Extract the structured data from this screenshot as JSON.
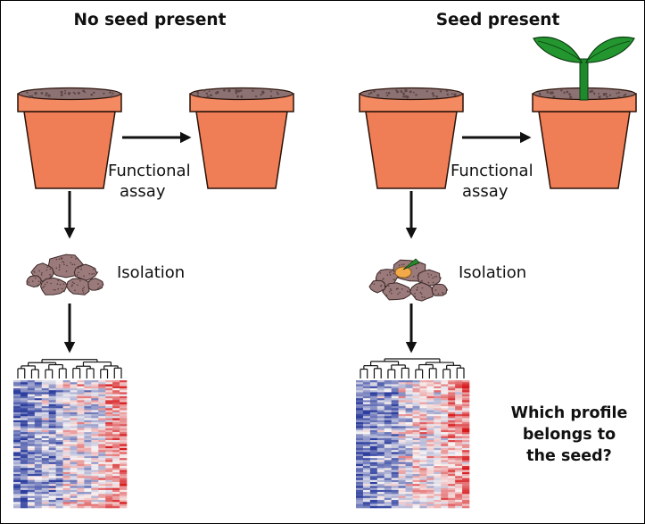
{
  "panels": {
    "left": {
      "heading": "No seed present",
      "assay_label_line1": "Functional",
      "assay_label_line2": "assay",
      "isolation_label": "Isolation"
    },
    "right": {
      "heading": "Seed present",
      "assay_label_line1": "Functional",
      "assay_label_line2": "assay",
      "isolation_label": "Isolation"
    }
  },
  "question": {
    "line1": "Which profile",
    "line2": "belongs to",
    "line3": "the seed?"
  },
  "colors": {
    "pot": "#ef7e57",
    "pot_rim": "#f38a62",
    "soil": "#8c7273",
    "sprout": "#1e8a2b",
    "heatmap_high": "#d7191c",
    "heatmap_low": "#2c3e9e",
    "arrow": "#111111"
  },
  "icons": [
    "flower-pot-icon",
    "seedling-icon",
    "cell-cluster-icon",
    "dendrogram-icon",
    "heatmap-icon",
    "arrow-icon"
  ]
}
